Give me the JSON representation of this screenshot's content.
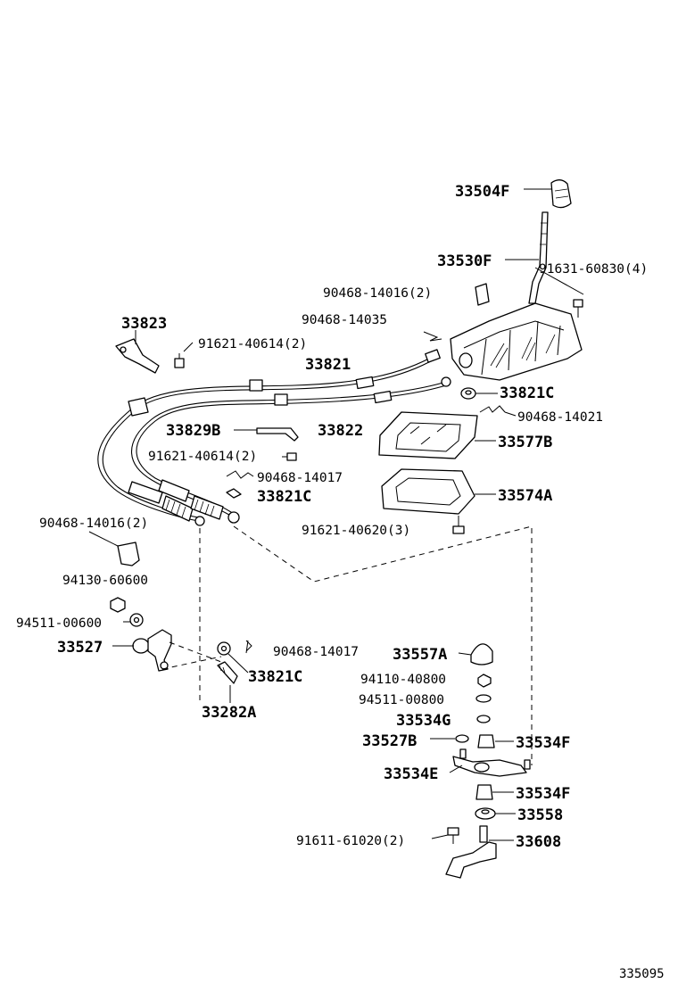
{
  "diagram_code": "335095",
  "labels": {
    "p33504F": "33504F",
    "p33530F": "33530F",
    "p91631_60830": "91631-60830(4)",
    "p90468_14016_top": "90468-14016(2)",
    "p90468_14035": "90468-14035",
    "p33823": "33823",
    "p91621_40614_top": "91621-40614(2)",
    "p33821": "33821",
    "p33821C_top": "33821C",
    "p90468_14021": "90468-14021",
    "p33829B": "33829B",
    "p33822": "33822",
    "p33577B": "33577B",
    "p91621_40614_mid": "91621-40614(2)",
    "p90468_14017_mid": "90468-14017",
    "p33821C_mid": "33821C",
    "p33574A": "33574A",
    "p91621_40620": "91621-40620(3)",
    "p90468_14016_left": "90468-14016(2)",
    "p94130_60600": "94130-60600",
    "p94511_00600": "94511-00600",
    "p33527": "33527",
    "p90468_14017_low": "90468-14017",
    "p33821C_low": "33821C",
    "p33282A": "33282A",
    "p33557A": "33557A",
    "p94110_40800": "94110-40800",
    "p94511_00800": "94511-00800",
    "p33534G": "33534G",
    "p33527B": "33527B",
    "p33534F_a": "33534F",
    "p33534E": "33534E",
    "p33534F_b": "33534F",
    "p33558": "33558",
    "p91611_61020": "91611-61020(2)",
    "p33608": "33608"
  }
}
